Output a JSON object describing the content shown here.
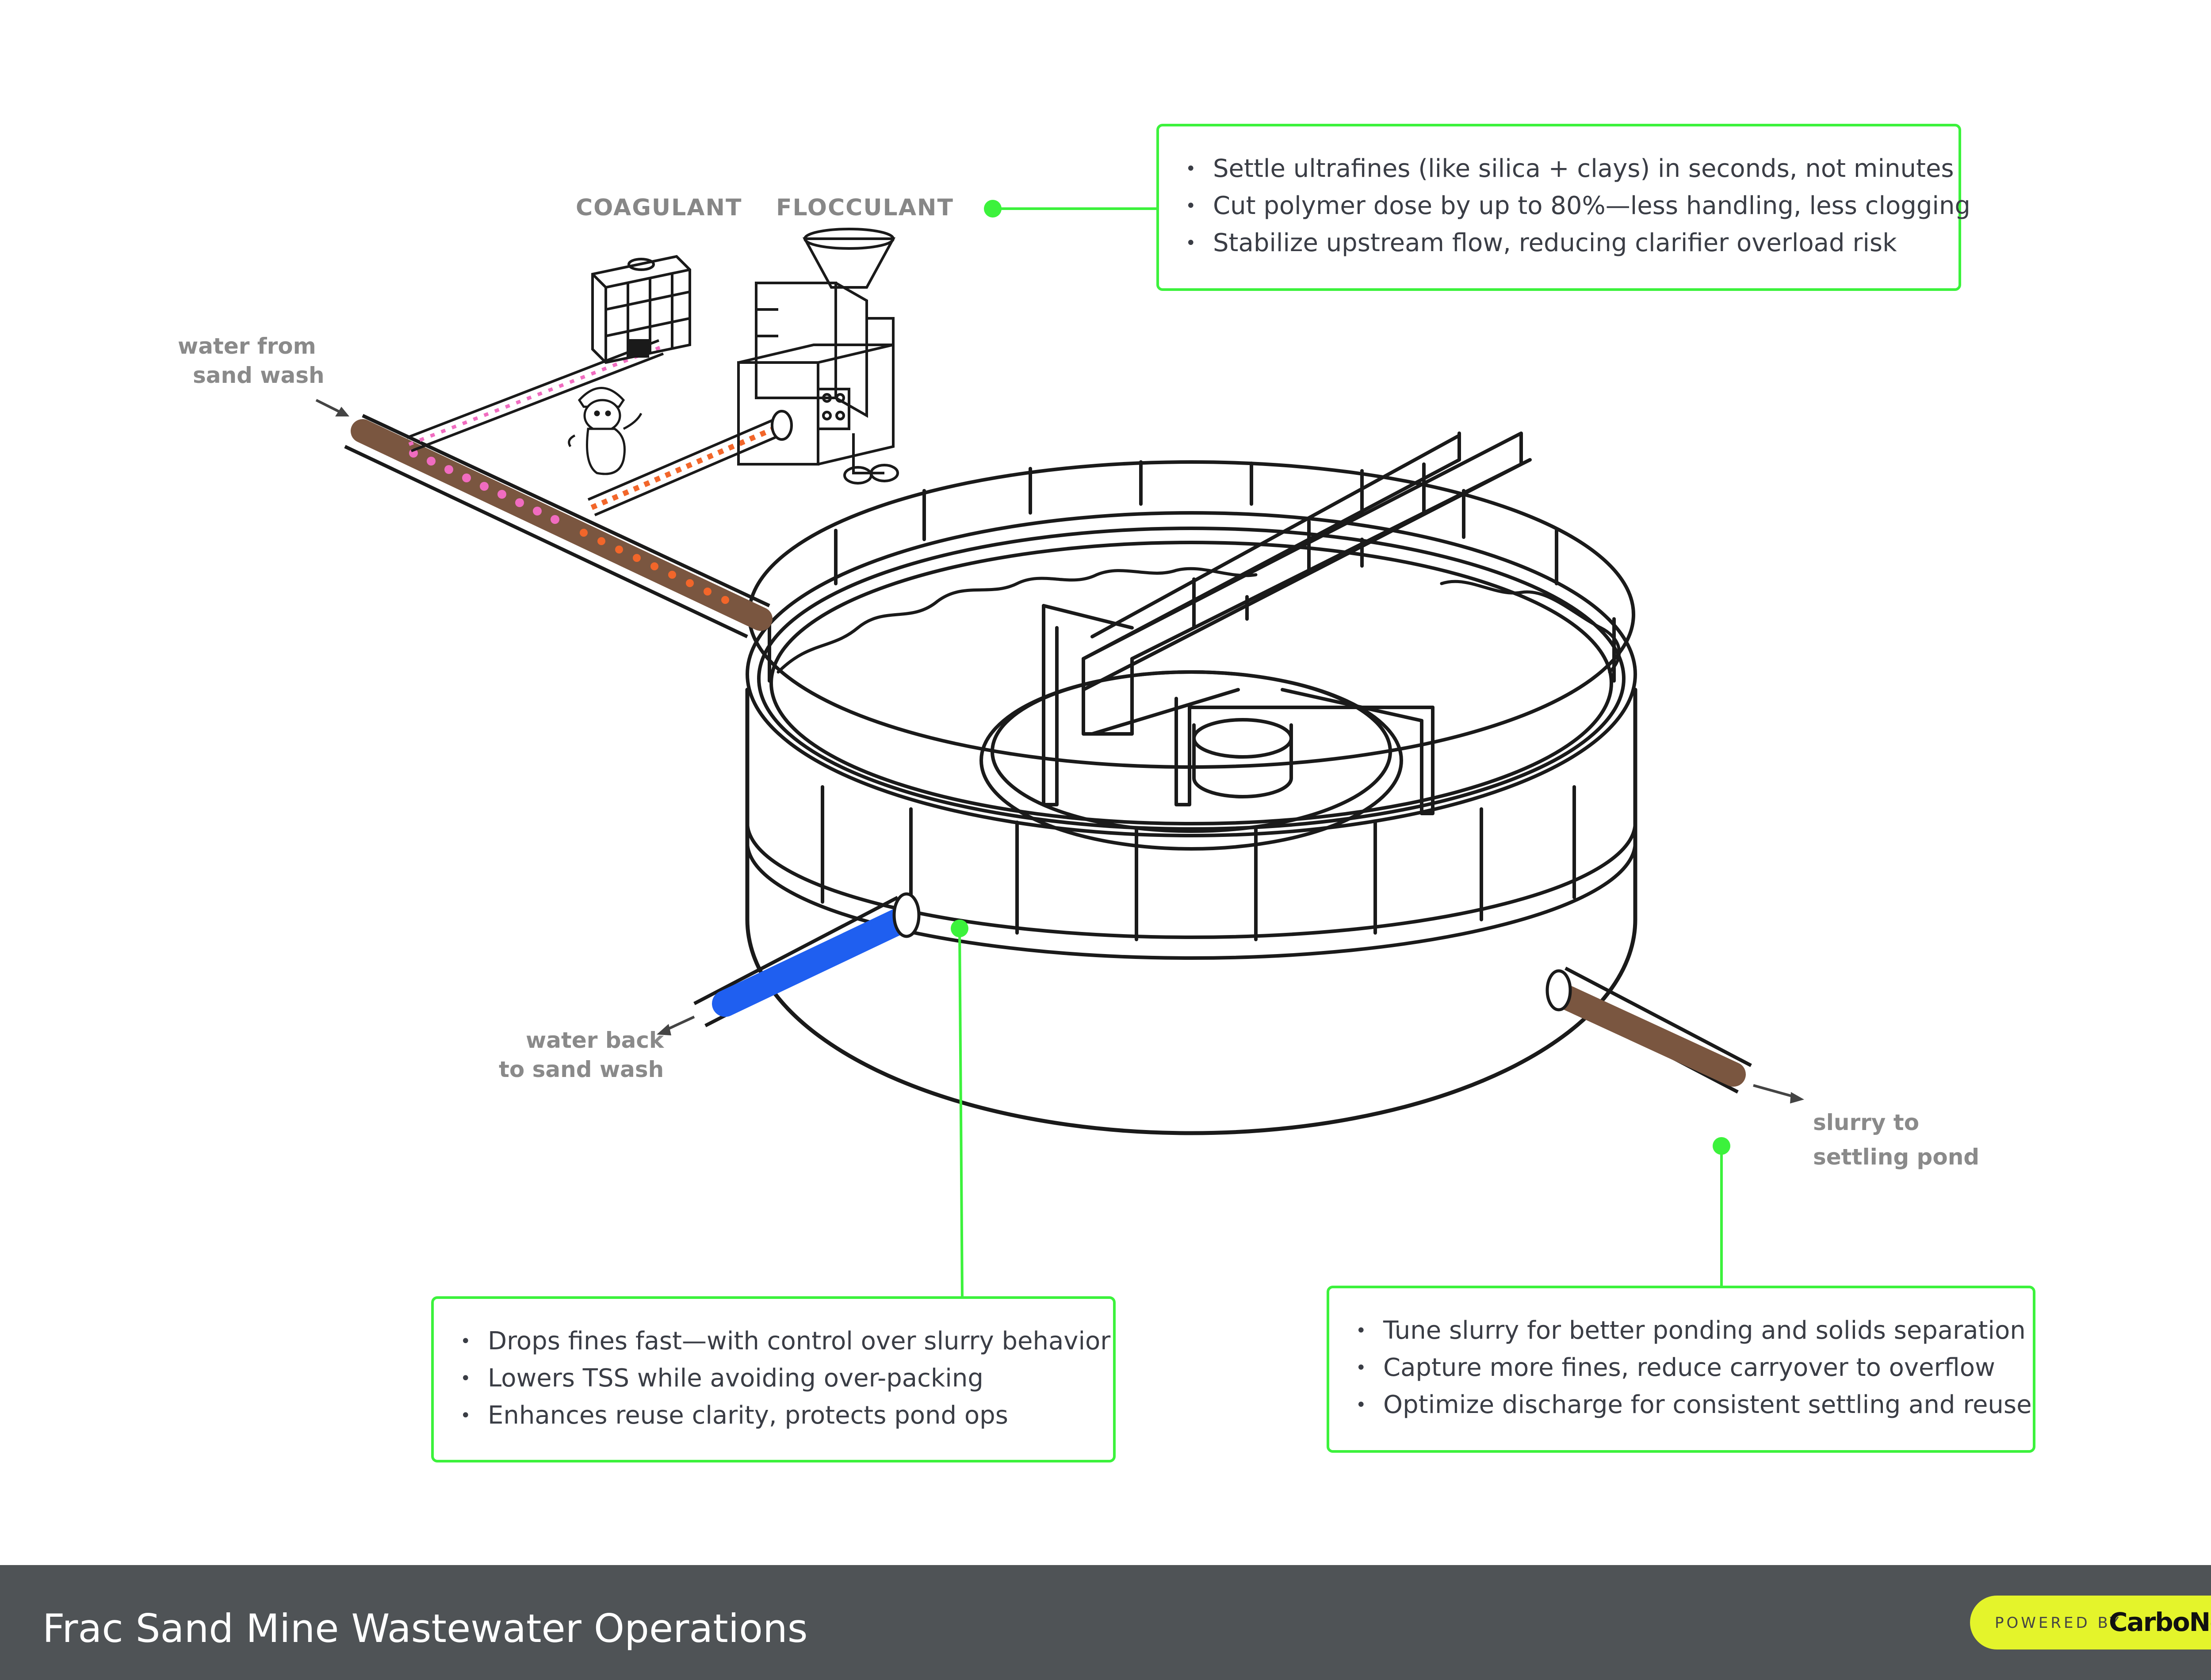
{
  "labels": {
    "coagulant": "COAGULANT",
    "flocculant": "FLOCCULANT",
    "water_from_line1": "water from",
    "water_from_line2": "sand wash",
    "water_back_line1": "water back",
    "water_back_line2": "to sand wash",
    "slurry_line1": "slurry to",
    "slurry_line2": "settling pond"
  },
  "callouts": {
    "top": [
      "Settle ultrafines (like silica + clays) in seconds, not minutes",
      "Cut polymer dose by up to 80%—less handling, less clogging",
      "Stabilize upstream flow, reducing clarifier overload risk"
    ],
    "bottom_left": [
      "Drops fines fast—with control over slurry behavior",
      "Lowers TSS while avoiding over-packing",
      "Enhances reuse clarity, protects pond ops"
    ],
    "bottom_right": [
      "Tune slurry for better ponding and solids separation",
      "Capture more fines, reduce carryover to overflow",
      "Optimize discharge for consistent settling and reuse"
    ]
  },
  "footer": {
    "title": "Frac Sand Mine Wastewater Operations",
    "powered_by": "POWERED BY",
    "brand": "CarboNet"
  },
  "colors": {
    "accent_green": "#3cf23c",
    "inlet_pipe": "#7a5640",
    "clean_water_pipe": "#1f5ff0",
    "slurry_pipe": "#7a5640",
    "dosing_coagulant": "#f06cc0",
    "dosing_flocculant": "#f2662a",
    "footer_bg": "#4f5356",
    "badge": "#e4f42b"
  }
}
